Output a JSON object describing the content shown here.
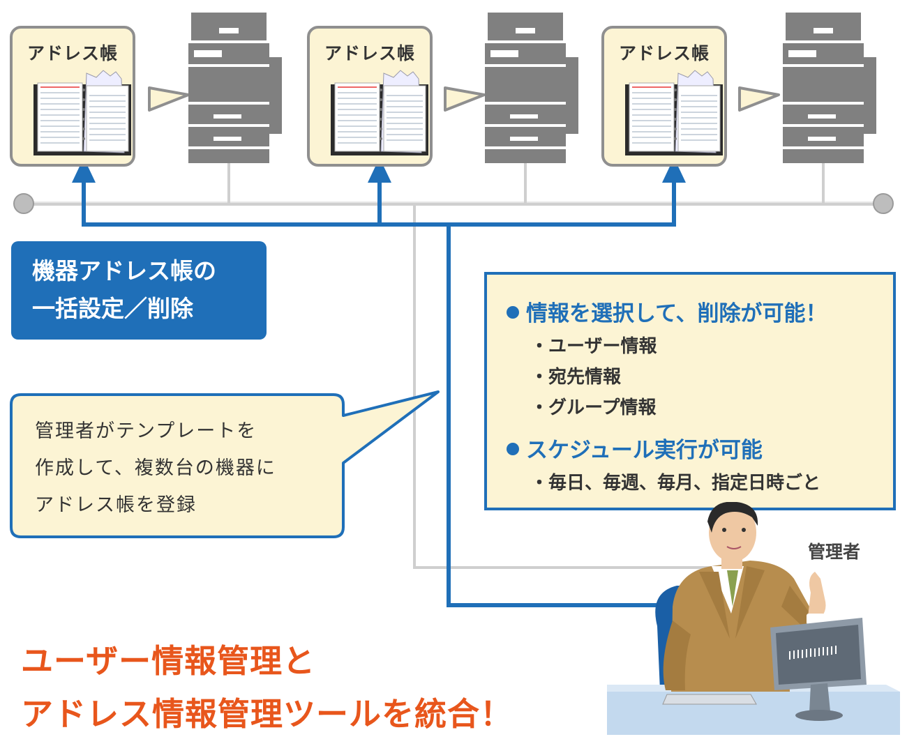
{
  "devices": [
    {
      "address_book_label": "アドレス帳"
    },
    {
      "address_book_label": "アドレス帳"
    },
    {
      "address_book_label": "アドレス帳"
    }
  ],
  "bulk_callout": {
    "lines": [
      "機器アドレス帳の",
      "一括設定／削除"
    ]
  },
  "template_bubble": {
    "lines": [
      "管理者がテンプレートを",
      "作成して、複数台の機器に",
      "アドレス帳を登録"
    ]
  },
  "info_box": {
    "heading1": "情報を選択して、削除が可能！",
    "items1": [
      "・ユーザー情報",
      "・宛先情報",
      "・グループ情報"
    ],
    "heading2": "スケジュール実行が可能",
    "items2": [
      "・毎日、毎週、毎月、指定日時ごと"
    ]
  },
  "admin_label": "管理者",
  "headline": {
    "line1": "ユーザー情報管理と",
    "line2": "アドレス情報管理ツールを統合！"
  },
  "colors": {
    "accent_blue": "#1f6fb8",
    "headline_orange": "#e8561c",
    "box_cream": "#fcf4d4",
    "printer_gray": "#808080"
  }
}
